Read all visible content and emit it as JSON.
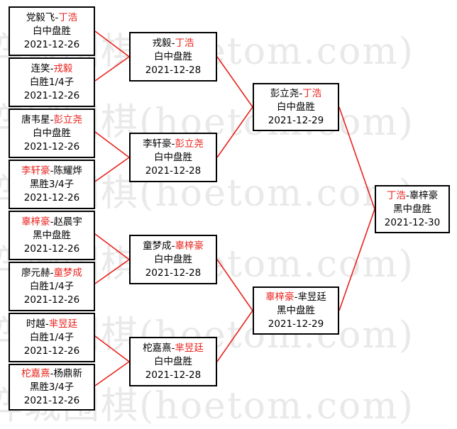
{
  "watermark": "弈城围棋(hoetom.com)",
  "colors": {
    "winner": "#e8221c",
    "line": "#e8221c",
    "border": "#000000"
  },
  "round1": [
    {
      "p1": "党毅飞",
      "p2": "丁浩",
      "winner": 2,
      "result": "白中盘胜",
      "date": "2021-12-26"
    },
    {
      "p1": "连笑",
      "p2": "戎毅",
      "winner": 2,
      "result": "白胜1/4子",
      "date": "2021-12-26"
    },
    {
      "p1": "唐韦星",
      "p2": "彭立尧",
      "winner": 2,
      "result": "白中盘胜",
      "date": "2021-12-26"
    },
    {
      "p1": "李轩豪",
      "p2": "陈耀烨",
      "winner": 1,
      "result": "黑胜3/4子",
      "date": "2021-12-26"
    },
    {
      "p1": "辜梓豪",
      "p2": "赵晨宇",
      "winner": 1,
      "result": "黑中盘胜",
      "date": "2021-12-26"
    },
    {
      "p1": "廖元赫",
      "p2": "童梦成",
      "winner": 2,
      "result": "白胜1/4子",
      "date": "2021-12-26"
    },
    {
      "p1": "时越",
      "p2": "芈昱廷",
      "winner": 2,
      "result": "白胜1/4子",
      "date": "2021-12-26"
    },
    {
      "p1": "柁嘉熹",
      "p2": "杨鼎新",
      "winner": 1,
      "result": "黑胜3/4子",
      "date": "2021-12-26"
    }
  ],
  "round2": [
    {
      "p1": "戎毅",
      "p2": "丁浩",
      "winner": 2,
      "result": "白中盘胜",
      "date": "2021-12-28"
    },
    {
      "p1": "李轩豪",
      "p2": "彭立尧",
      "winner": 2,
      "result": "白中盘胜",
      "date": "2021-12-28"
    },
    {
      "p1": "童梦成",
      "p2": "辜梓豪",
      "winner": 2,
      "result": "白中盘胜",
      "date": "2021-12-28"
    },
    {
      "p1": "柁嘉熹",
      "p2": "芈昱廷",
      "winner": 2,
      "result": "白中盘胜",
      "date": "2021-12-28"
    }
  ],
  "round3": [
    {
      "p1": "彭立尧",
      "p2": "丁浩",
      "winner": 2,
      "result": "白中盘胜",
      "date": "2021-12-29"
    },
    {
      "p1": "辜梓豪",
      "p2": "芈昱廷",
      "winner": 1,
      "result": "黑中盘胜",
      "date": "2021-12-29"
    }
  ],
  "final": [
    {
      "p1": "丁浩",
      "p2": "辜梓豪",
      "winner": 1,
      "result": "黑中盘胜",
      "date": "2021-12-30"
    }
  ]
}
